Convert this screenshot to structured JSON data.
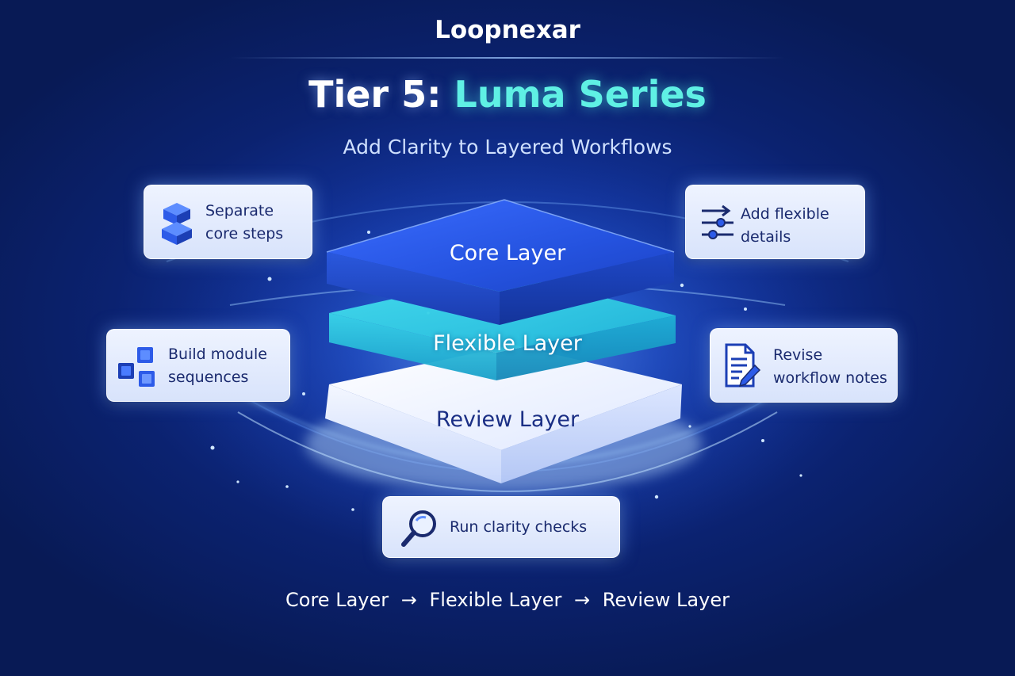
{
  "brand": "Loopnexar",
  "title": {
    "prefix": "Tier 5:",
    "accent": "Luma Series"
  },
  "subtitle": "Add Clarity to Layered Workflows",
  "layers": [
    {
      "label": "Core Layer"
    },
    {
      "label": "Flexible Layer"
    },
    {
      "label": "Review Layer"
    }
  ],
  "cards": {
    "separate": {
      "line1": "Separate",
      "line2": "core steps",
      "icon": "stacked-cubes-icon"
    },
    "flexible": {
      "line1": "Add flexible",
      "line2": "details",
      "icon": "sliders-icon"
    },
    "build": {
      "line1": "Build module",
      "line2": "sequences",
      "icon": "module-blocks-icon"
    },
    "revise": {
      "line1": "Revise",
      "line2": "workflow notes",
      "icon": "document-edit-icon"
    },
    "checks": {
      "label": "Run clarity checks",
      "icon": "magnifier-icon"
    }
  },
  "footer": {
    "step1": "Core Layer",
    "arrow1": "→",
    "step2": "Flexible Layer",
    "arrow2": "→",
    "step3": "Review Layer"
  },
  "colors": {
    "background": "#0b2270",
    "accent_cyan": "#5ff0e4",
    "core_layer": "#2d5be8",
    "flexible_layer": "#2fd3e6",
    "review_layer": "#eef3ff",
    "card_text": "#1a2a6e"
  }
}
